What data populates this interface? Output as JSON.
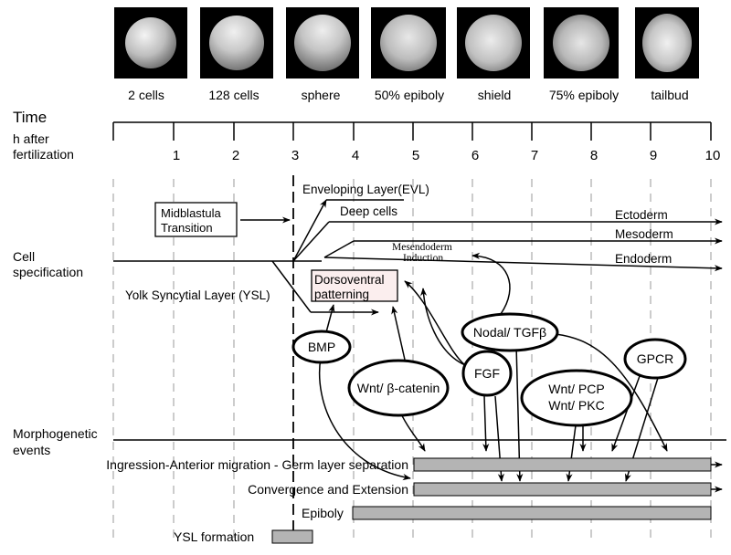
{
  "stages": [
    {
      "name": "2 cells"
    },
    {
      "name": "128 cells"
    },
    {
      "name": "sphere"
    },
    {
      "name": "50% epiboly"
    },
    {
      "name": "shield"
    },
    {
      "name": "75% epiboly"
    },
    {
      "name": "tailbud"
    }
  ],
  "axis": {
    "title": "Time",
    "subtitle_line1": "h after",
    "subtitle_line2": "fertilization",
    "ticks": [
      "1",
      "2",
      "3",
      "4",
      "5",
      "6",
      "7",
      "8",
      "9",
      "10"
    ]
  },
  "sections": {
    "cell_spec_line1": "Cell",
    "cell_spec_line2": "specification",
    "morpho_line1": "Morphogenetic",
    "morpho_line2": "events"
  },
  "cell_spec": {
    "mbt_line1": "Midblastula",
    "mbt_line2": "Transition",
    "evl": "Enveloping Layer(EVL)",
    "deep": "Deep cells",
    "ectoderm": "Ectoderm",
    "mesoderm": "Mesoderm",
    "mesendo_line1": "Mesendoderm",
    "mesendo_line2": "Induction",
    "endoderm": "Endoderm",
    "ysl": "Yolk Syncytial Layer (YSL)",
    "dorso_line1": "Dorsoventral",
    "dorso_line2": "patterning"
  },
  "signals": {
    "bmp": "BMP",
    "wnt_b_cat": "Wnt/ β-catenin",
    "fgf": "FGF",
    "nodal": "Nodal/ TGFβ",
    "wnt_pcp_line1": "Wnt/ PCP",
    "wnt_pcp_line2": "Wnt/ PKC",
    "gpcr": "GPCR"
  },
  "morpho": {
    "ingression": "Ingression-Anterior migration - Germ layer separation",
    "convergence": "Convergence and Extension",
    "epiboly": "Epiboly",
    "ysl_formation": "YSL formation"
  },
  "colors": {
    "bar_fill": "#b4b4b4",
    "dorso_fill": "#fbeeee"
  }
}
